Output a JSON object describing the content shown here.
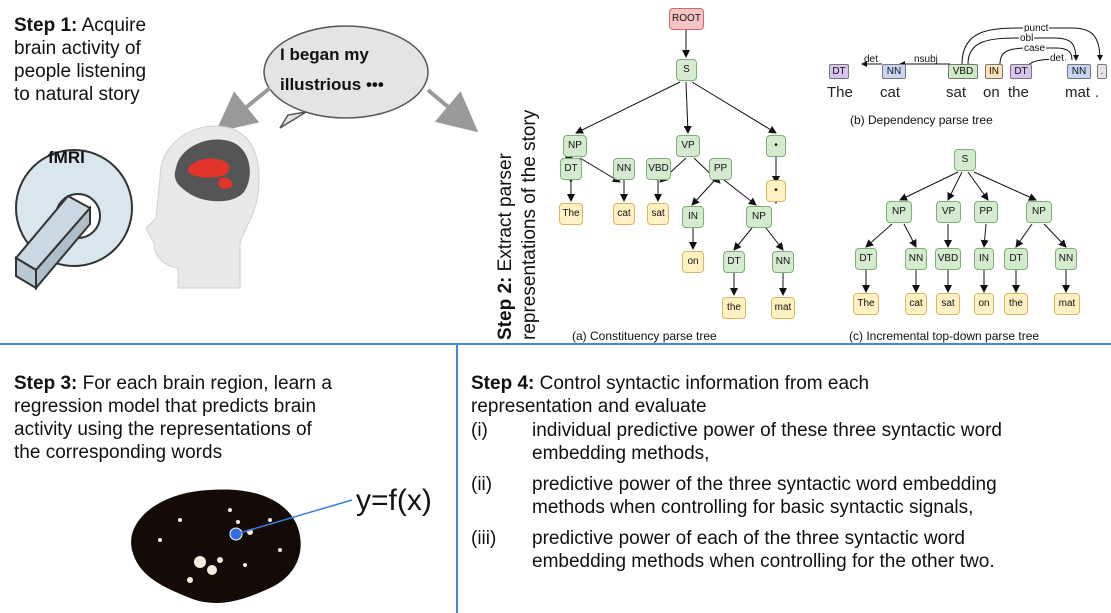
{
  "step1": {
    "label": "Step 1:",
    "text_line1": " Acquire",
    "text_line2": "brain activity of",
    "text_line3": "people listening",
    "text_line4": "to natural story"
  },
  "bubble": {
    "line1": "I began my",
    "line2": "illustrious •••"
  },
  "fmri": {
    "label": "fMRI"
  },
  "step2": {
    "label": "Step 2:",
    "text_line1": " Extract parser",
    "text_line2": "representations of the story"
  },
  "constituency": {
    "caption": "(a) Constituency parse tree",
    "nodes": {
      "root": "ROOT",
      "s": "S",
      "np": "NP",
      "vp": "VP",
      "dot_nt": "•",
      "dt": "DT",
      "nn": "NN",
      "vbd": "VBD",
      "pp": "PP",
      "dot_leaf": "•",
      "the": "The",
      "cat": "cat",
      "sat": "sat",
      "in": "IN",
      "np2": "NP",
      "on": "on",
      "dt2": "DT",
      "nn2": "NN",
      "the2": "the",
      "mat": "mat"
    }
  },
  "dependency": {
    "caption": "(b) Dependency parse tree",
    "tags": [
      "DT",
      "NN",
      "VBD",
      "IN",
      "DT",
      "NN",
      "."
    ],
    "words": [
      "The",
      "cat",
      "sat",
      "on",
      "the",
      "mat",
      "."
    ],
    "relations": [
      "det",
      "nsubj",
      "punct",
      "obl",
      "case",
      "det"
    ],
    "tag_colors": [
      "#d9c4f0",
      "#c5d5f3",
      "#cfeac4",
      "#fde2b8",
      "#d9c4f0",
      "#c5d5f3",
      "#e4e4e4"
    ]
  },
  "incremental": {
    "caption": "(c) Incremental top-down parse tree",
    "nodes": {
      "s": "S",
      "np1": "NP",
      "vp": "VP",
      "pp": "PP",
      "np2": "NP",
      "dt": "DT",
      "nn": "NN",
      "vbd": "VBD",
      "in": "IN",
      "dt2": "DT",
      "nn2": "NN",
      "the": "The",
      "cat": "cat",
      "sat": "sat",
      "on": "on",
      "the2": "the",
      "mat": "mat"
    }
  },
  "step3": {
    "label": "Step 3:",
    "line1": " For each brain region, learn a",
    "line2": "regression model that predicts brain",
    "line3": "activity using the representations of",
    "line4": "the corresponding words",
    "formula": "y=f(x)"
  },
  "step4": {
    "label": "Step 4:",
    "line1": " Control syntactic information from each",
    "line2": "representation and evaluate",
    "items": [
      {
        "num": "(i)",
        "line1": "individual predictive power of these three syntactic word",
        "line2": "embedding methods,"
      },
      {
        "num": "(ii)",
        "line1": "predictive power of the three syntactic word embedding",
        "line2": "methods when controlling for basic syntactic signals,"
      },
      {
        "num": "(iii)",
        "line1": "predictive power of each of the three syntactic word",
        "line2": "embedding methods when controlling for the other two."
      }
    ]
  }
}
